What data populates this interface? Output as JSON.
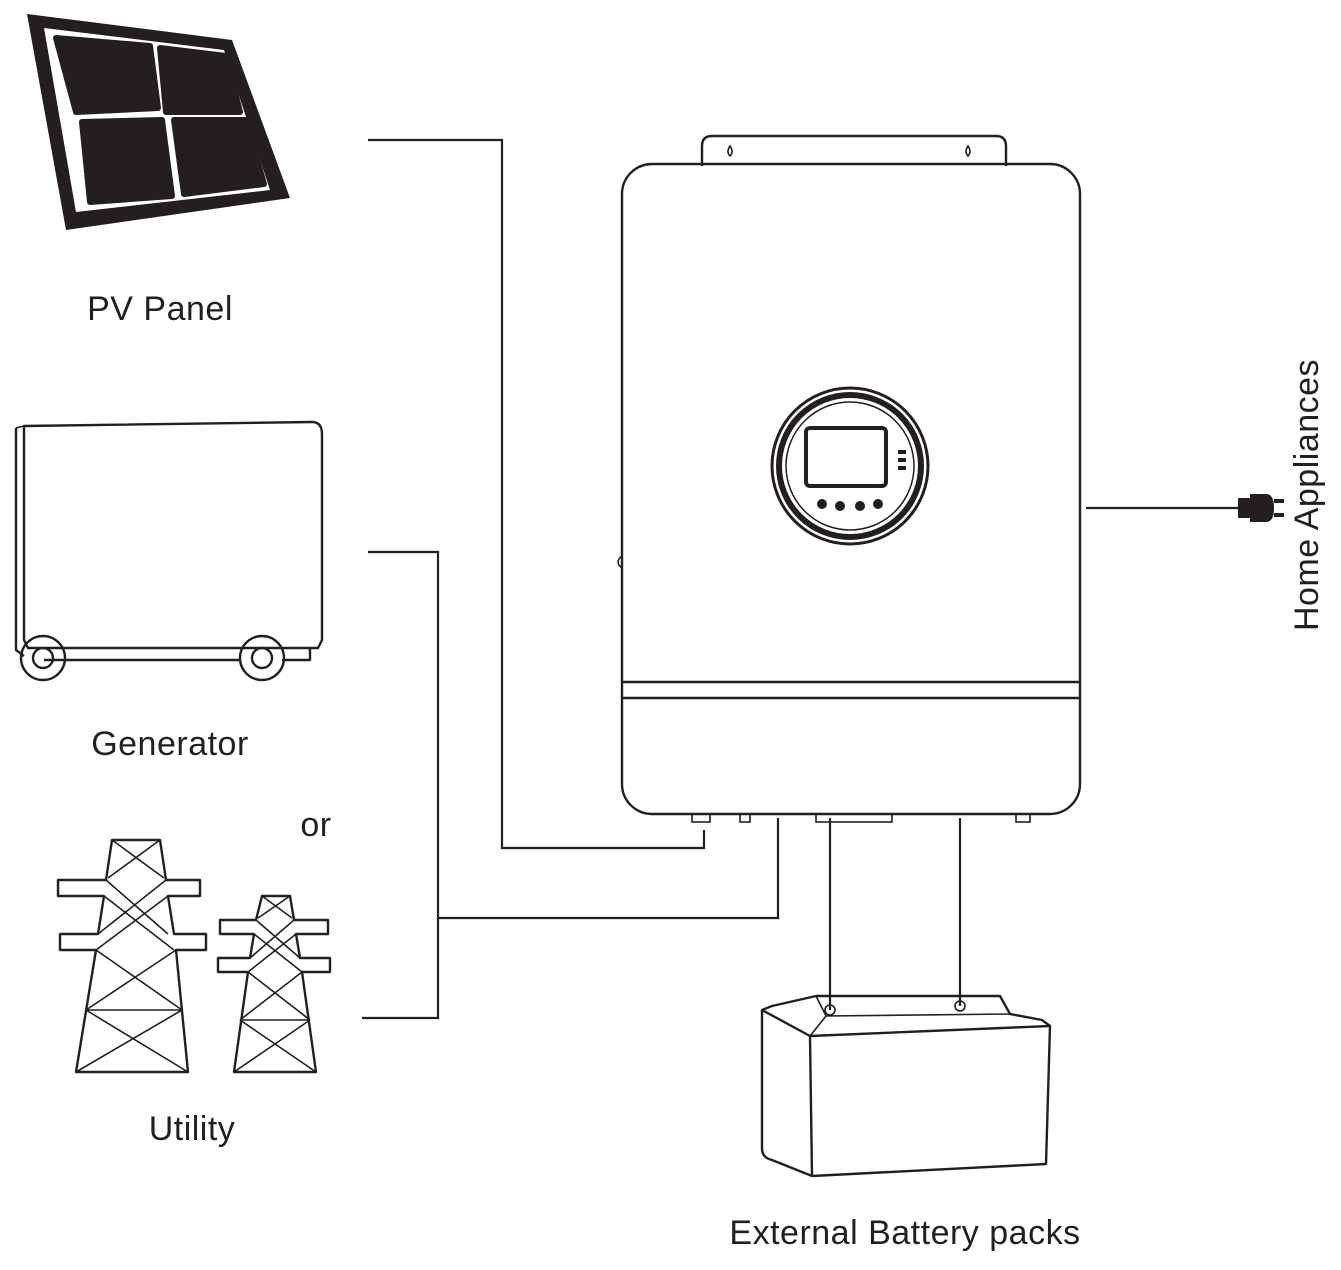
{
  "labels": {
    "pv_panel": "PV Panel",
    "generator": "Generator",
    "or": "or",
    "utility": "Utility",
    "battery": "External Battery packs",
    "home": "Home Appliances"
  },
  "colors": {
    "ink": "#231f20",
    "background": "#ffffff"
  }
}
